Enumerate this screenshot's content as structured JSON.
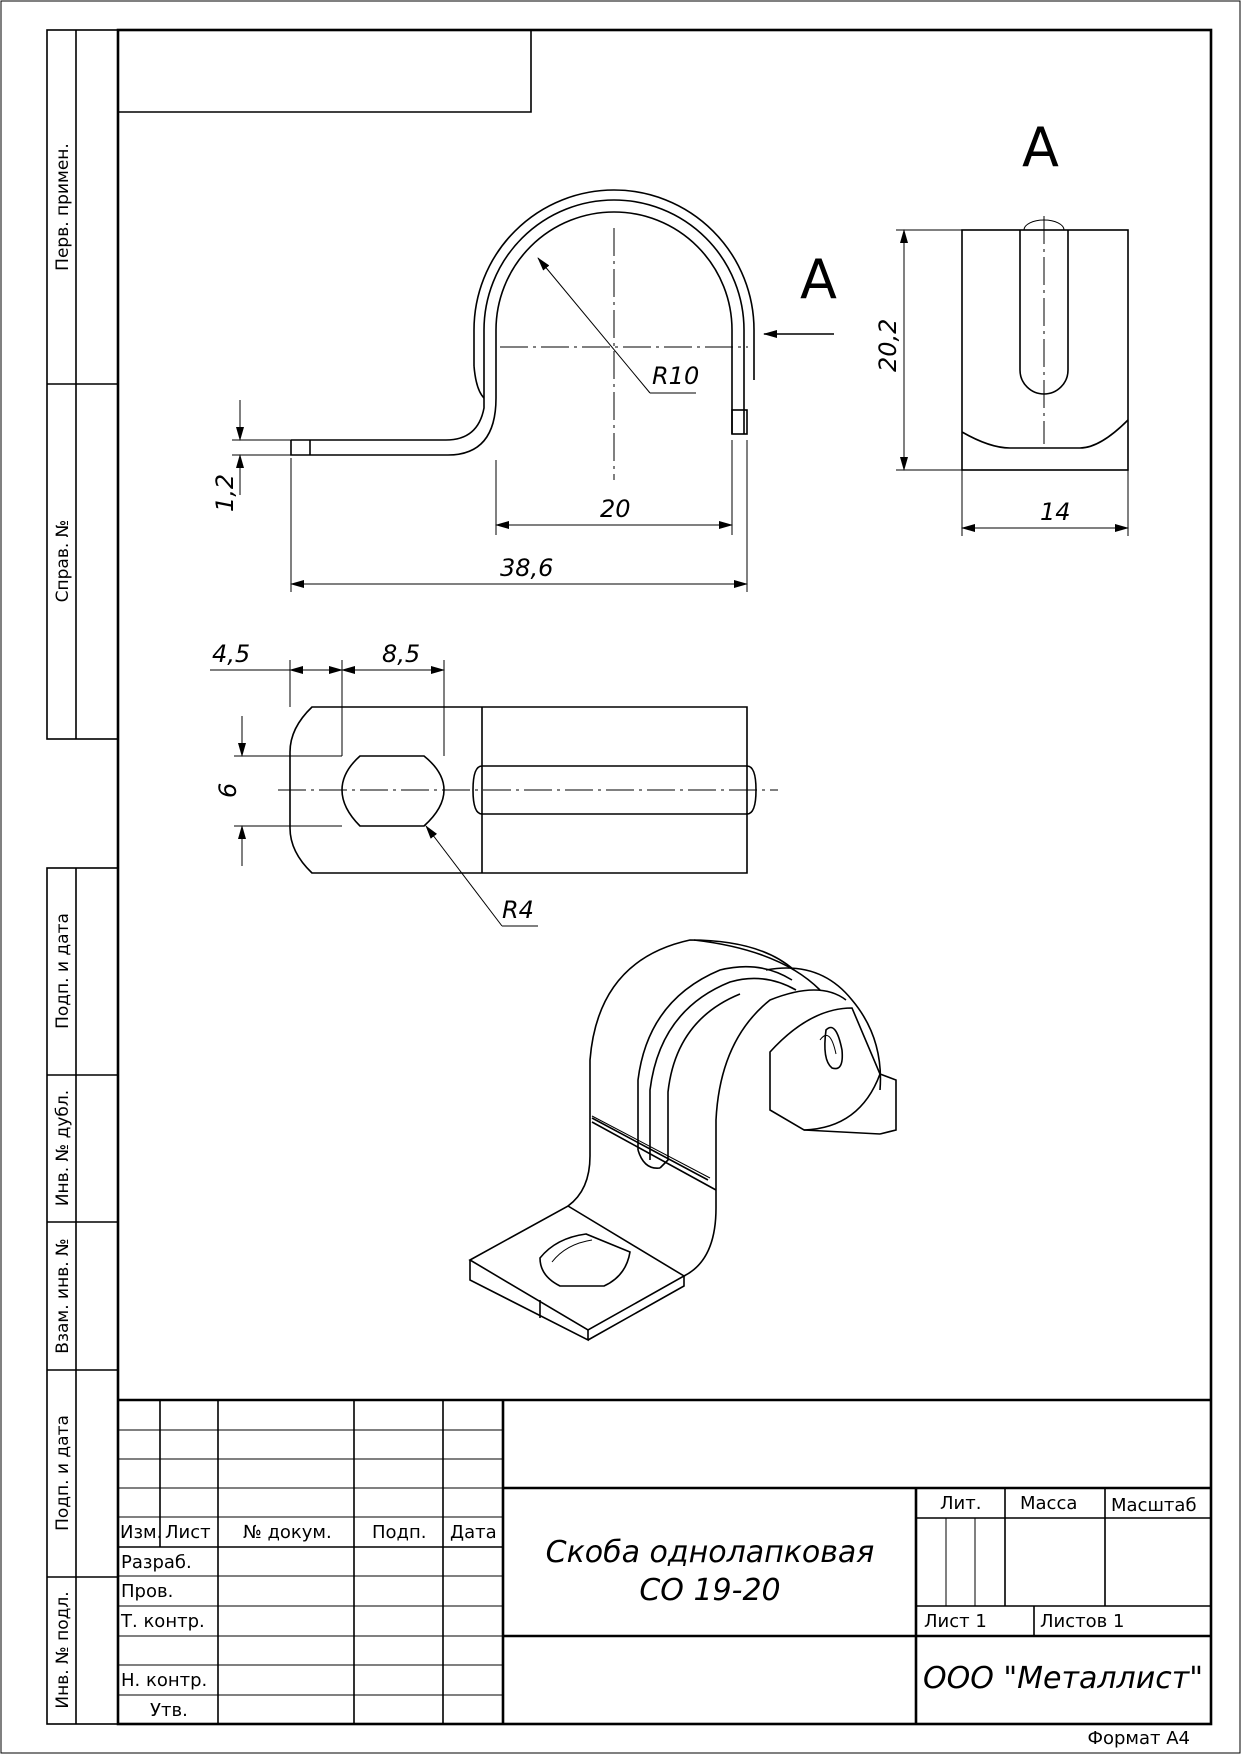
{
  "view_label": "A",
  "dimensions": {
    "radius_arc": "R10",
    "thickness": "1,2",
    "inner_width": "20",
    "total_length": "38,6",
    "height": "20,2",
    "width": "14",
    "offset": "4,5",
    "slot_length": "8,5",
    "slot_width": "6",
    "slot_radius": "R4"
  },
  "side_stamp": [
    "Перв. примен.",
    "Справ. №",
    "Подп. и дата",
    "Инв. № дубл.",
    "Взам. инв. №",
    "Подп. и дата",
    "Инв. № подл."
  ],
  "title_block": {
    "col_headers": [
      "Изм.",
      "Лист",
      "№ докум.",
      "Подп.",
      "Дата"
    ],
    "roles": [
      "Разраб.",
      "Пров.",
      "Т. контр.",
      "",
      "Н. контр.",
      "Утв."
    ],
    "title_line1": "Скоба однолапковая",
    "title_line2": "СО 19-20",
    "lit": "Лит.",
    "mass": "Масса",
    "scale": "Масштаб",
    "sheet": "Лист 1",
    "sheets": "Листов 1",
    "company": "ООО \"Металлист\""
  },
  "format": "Формат А4"
}
